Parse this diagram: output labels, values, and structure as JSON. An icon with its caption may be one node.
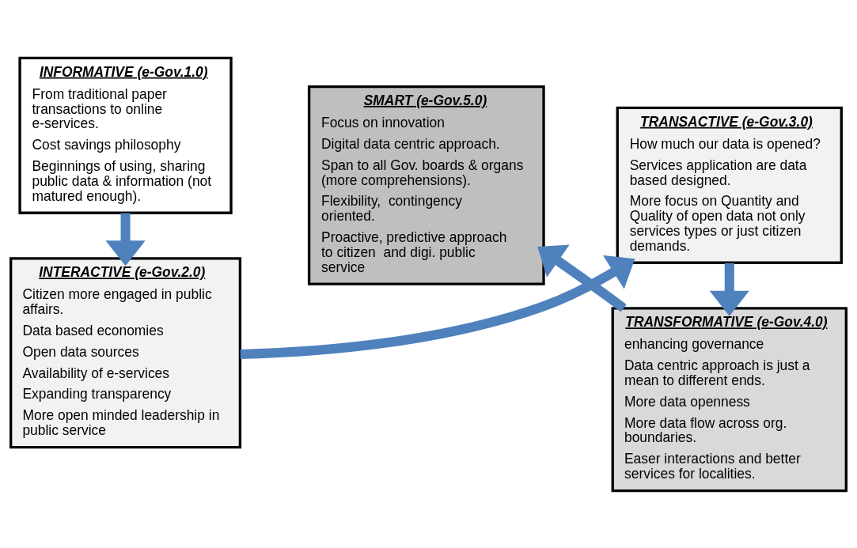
{
  "diagram": {
    "nodes": [
      {
        "text": [
          "INTERACTIVE (e-Gov.2.0)",
          "Citizen more engaged in public affairs.",
          "Data based economies",
          "Open data sources",
          "Availability of e-services",
          "Expanding transparency",
          "More open minded leadership in public service"
        ]
      },
      {
        "text": [
          "TRANSACTIVE (e-Gov.3.0)",
          "How much our data is opened?",
          "Services application are data based designed.",
          "More focus on Quantity and Quality of open data not only services types or just citizen demands."
        ]
      },
      {
        "text": [
          "SMART (e-Gov.5.0)",
          "Focus on innovation",
          "Digital data centric approach.",
          "Span to all Gov. boards & organs (more comprehensions).",
          "Flexibility,  contingency oriented.",
          "Proactive, predictive approach to citizen  and digi. public service"
        ]
      },
      {
        "text": [
          "INFORMATIVE (e-Gov.1.0)",
          "From traditional paper transactions to online e-services.",
          "Cost savings philosophy",
          "Beginnings of using, sharing public data & information (not matured enough)."
        ]
      },
      {
        "text": [
          "TRANSFORMATIVE (e-Gov.4.0)",
          "enhancing governance",
          "Data centric approach is just a mean to different ends.",
          "More data openness",
          "More data flow across org. boundaries.",
          "Easer interactions and better services for localities."
        ]
      }
    ],
    "edges": [
      {
        "from": 3,
        "to": 0,
        "arrow": "to"
      },
      {
        "from": 0,
        "to": 1,
        "arrow": "to"
      },
      {
        "from": 1,
        "to": 4,
        "arrow": "to"
      },
      {
        "from": 4,
        "to": 2,
        "arrow": "to"
      }
    ]
  }
}
